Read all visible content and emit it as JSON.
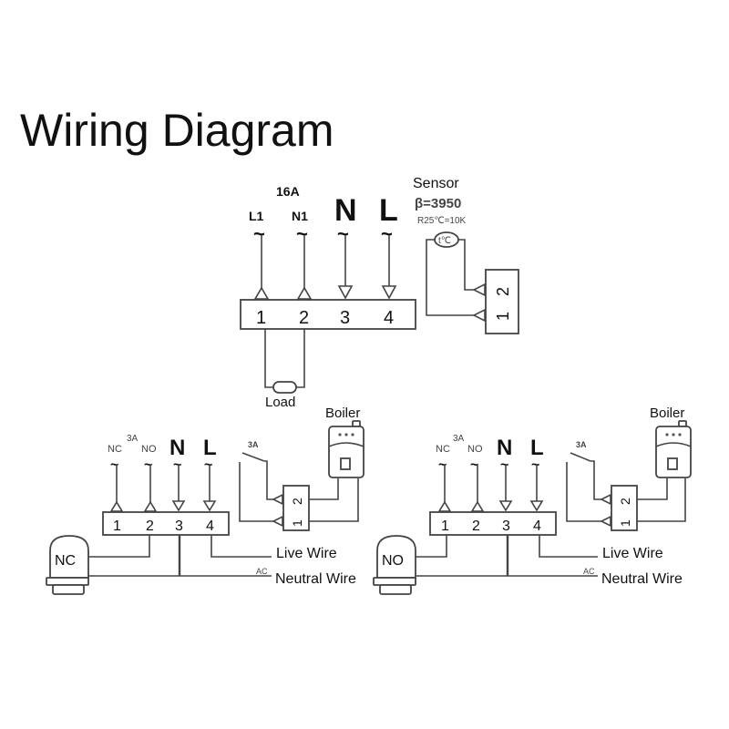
{
  "title": "Wiring Diagram",
  "top_diagram": {
    "rating": "16A",
    "terminals": [
      {
        "number": "1",
        "label": "L1",
        "direction": "out"
      },
      {
        "number": "2",
        "label": "N1",
        "direction": "out"
      },
      {
        "number": "3",
        "label": "N",
        "direction": "in"
      },
      {
        "number": "4",
        "label": "L",
        "direction": "in"
      }
    ],
    "ac_symbol": "~",
    "load_label": "Load",
    "sensor": {
      "title": "Sensor",
      "beta": "β=3950",
      "resistance": "R25℃=10K",
      "thermistor_symbol": "t℃",
      "terminals": [
        "1",
        "2"
      ]
    }
  },
  "bottom_diagrams": [
    {
      "valve_label": "NC",
      "rating": "3A",
      "terminals": [
        {
          "number": "1",
          "label": "NC"
        },
        {
          "number": "2",
          "label": "NO"
        },
        {
          "number": "3",
          "label": "N"
        },
        {
          "number": "4",
          "label": "L"
        }
      ],
      "relay_rating": "3A",
      "boiler_label": "Boiler",
      "boiler_terminals": [
        "1",
        "2"
      ],
      "live_wire": "Live Wire",
      "neutral_wire": "Neutral Wire",
      "ac_label": "AC"
    },
    {
      "valve_label": "NO",
      "rating": "3A",
      "terminals": [
        {
          "number": "1",
          "label": "NC"
        },
        {
          "number": "2",
          "label": "NO"
        },
        {
          "number": "3",
          "label": "N"
        },
        {
          "number": "4",
          "label": "L"
        }
      ],
      "relay_rating": "3A",
      "boiler_label": "Boiler",
      "boiler_terminals": [
        "1",
        "2"
      ],
      "live_wire": "Live Wire",
      "neutral_wire": "Neutral Wire",
      "ac_label": "AC"
    }
  ]
}
